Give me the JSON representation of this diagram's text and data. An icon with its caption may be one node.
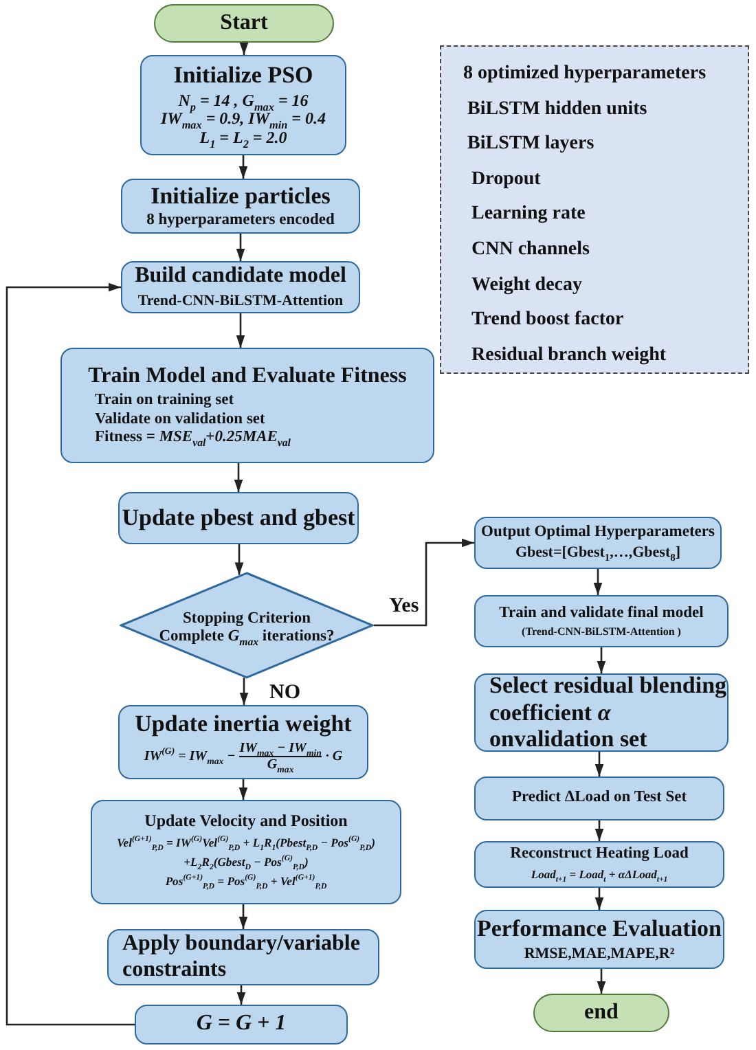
{
  "diagram": {
    "nodes": [
      {
        "text": [
          "Start"
        ]
      },
      {
        "text": [
          "Initialize PSO",
          "N$_{p}$ = 14 , G$_{max}$ = 16",
          "IW$_{max}$ = 0.9, IW$_{min}$ = 0.4",
          "L$_{1}$ = L$_{2}$ = 2.0"
        ]
      },
      {
        "text": [
          "Initialize particles",
          "8 hyperparameters encoded"
        ]
      },
      {
        "text": [
          "Build candidate model",
          "Trend-CNN-BiLSTM-Attention"
        ]
      },
      {
        "text": [
          "Train Model and Evaluate Fitness",
          "Train on training set",
          "Validate on validation set",
          "Fitness = *MSE$_{val}$*+*0.25MAE$_{val}$*"
        ]
      },
      {
        "text": [
          "Update pbest and gbest"
        ]
      },
      {
        "text": [
          "Stopping Criterion",
          "Complete *G$_{max}$* iterations?"
        ]
      },
      {
        "text": [
          "Update inertia weight",
          "IW$^{(G)}$ = IW$_{max}$ −",
          "IW$_{max}$ − IW$_{min}$",
          "G$_{max}$",
          "· G"
        ]
      },
      {
        "text": [
          "Update Velocity and Position",
          "Vel$^{(G+1)}$$_{P,D}$ = IW$^{(G)}$Vel$^{(G)}$$_{P,D}$ + L$_{1}$R$_{1}$(Pbest$_{P,D}$ − Pos$^{(G)}$$_{P,D}$)",
          "+L$_{2}$R$_{2}$(Gbest$_{D}$ − Pos$^{(G)}$$_{P,D}$)",
          "Pos$^{(G+1)}$$_{P,D}$ = Pos$^{(G)}$$_{P,D}$ + Vel$^{(G+1)}$$_{P,D}$"
        ]
      },
      {
        "text": [
          "Apply boundary/variable constraints"
        ]
      },
      {
        "text": [
          "G = G + 1"
        ]
      },
      {
        "text": [
          "8 optimized hyperparameters",
          "BiLSTM hidden units",
          "BiLSTM layers",
          "Dropout",
          "Learning rate",
          "CNN channels",
          "Weight decay",
          "Trend boost factor",
          "Residual branch weight"
        ]
      },
      {
        "text": [
          "Output Optimal Hyperparameters",
          "Gbest=[Gbest$_{1}$,…,Gbest$_{8}$]"
        ]
      },
      {
        "text": [
          "Train and validate final model",
          "(Trend-CNN-BiLSTM-Attention )"
        ]
      },
      {
        "text": [
          "Select residual blending coefficient *α* onvalidation set"
        ]
      },
      {
        "text": [
          "Predict ΔLoad on Test Set"
        ]
      },
      {
        "text": [
          "Reconstruct Heating Load",
          "Load$_{t+1}$ = Load$_{t}$ + αΔLoad$_{t+1}$"
        ]
      },
      {
        "text": [
          "Performance Evaluation",
          "RMSE,MAE,MAPE,R²"
        ]
      },
      {
        "text": [
          "end"
        ]
      }
    ],
    "edges": [
      {
        "from": 0,
        "to": 1,
        "arrow": "to"
      },
      {
        "from": 1,
        "to": 2,
        "arrow": "to"
      },
      {
        "from": 2,
        "to": 3,
        "arrow": "to"
      },
      {
        "from": 3,
        "to": 4,
        "arrow": "to"
      },
      {
        "from": 4,
        "to": 5,
        "arrow": "to"
      },
      {
        "from": 5,
        "to": 6,
        "arrow": "to"
      },
      {
        "from": 6,
        "to": 7,
        "arrow": "to",
        "label": "NO"
      },
      {
        "from": 7,
        "to": 8,
        "arrow": "to"
      },
      {
        "from": 8,
        "to": 9,
        "arrow": "to"
      },
      {
        "from": 9,
        "to": 10,
        "arrow": "to"
      },
      {
        "from": 10,
        "to": 3,
        "arrow": "to"
      },
      {
        "from": 6,
        "to": 12,
        "arrow": "to",
        "label": "Yes"
      },
      {
        "from": 12,
        "to": 13,
        "arrow": "to"
      },
      {
        "from": 13,
        "to": 14,
        "arrow": "to"
      },
      {
        "from": 14,
        "to": 15,
        "arrow": "to"
      },
      {
        "from": 15,
        "to": 16,
        "arrow": "to"
      },
      {
        "from": 16,
        "to": 17,
        "arrow": "to"
      },
      {
        "from": 17,
        "to": 18,
        "arrow": "to"
      }
    ]
  }
}
